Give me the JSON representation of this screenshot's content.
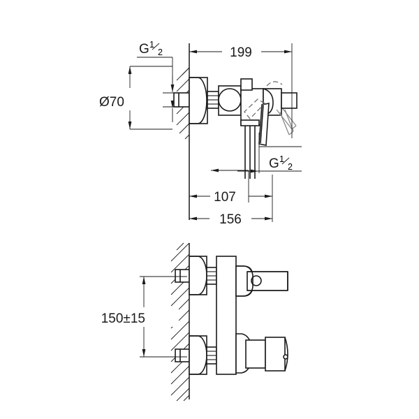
{
  "drawing": {
    "title": "Wall-mounted single-lever mixer technical drawing",
    "units": "mm",
    "line_color": "#1a1a1a",
    "phantom_color": "#6f6f6f",
    "background": "#ffffff",
    "views": [
      {
        "id": "side-view",
        "name": "Side elevation (top view block)"
      },
      {
        "id": "front-view",
        "name": "Front elevation (bottom view block)"
      }
    ]
  },
  "dimensions": {
    "thread_top": {
      "label": "G",
      "fraction_num": "1",
      "fraction_den": "2",
      "view": "side-view",
      "position": "top-left"
    },
    "diameter": {
      "label": "Ø70",
      "value": 70,
      "symbol": "Ø",
      "view": "side-view",
      "position": "left"
    },
    "projection": {
      "label": "199",
      "value": 199,
      "view": "side-view",
      "position": "top"
    },
    "thread_bottom": {
      "label": "G",
      "fraction_num": "1",
      "fraction_den": "2",
      "view": "side-view",
      "position": "mid-right"
    },
    "depth_107": {
      "label": "107",
      "value": 107,
      "view": "side-view",
      "position": "lower"
    },
    "depth_156": {
      "label": "156",
      "value": 156,
      "view": "side-view",
      "position": "bottom"
    },
    "centres": {
      "label": "150±15",
      "value": 150,
      "tolerance": 15,
      "view": "front-view",
      "position": "left"
    }
  },
  "labels": {
    "g_half_top": "G",
    "g_half_bottom": "G",
    "diameter_70": "Ø70",
    "dim_199": "199",
    "dim_107": "107",
    "dim_156": "156",
    "dim_150_15": "150±15",
    "frac_one": "1",
    "frac_two": "2"
  }
}
